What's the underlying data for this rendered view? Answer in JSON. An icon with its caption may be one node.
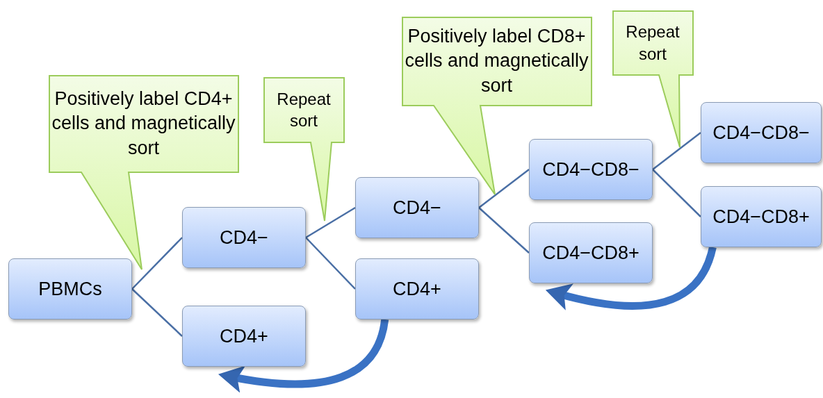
{
  "diagram": {
    "nodes": [
      {
        "text": [
          "PBMCs"
        ]
      },
      {
        "text": [
          "CD4−"
        ]
      },
      {
        "text": [
          "CD4+"
        ]
      },
      {
        "text": [
          "CD4−"
        ]
      },
      {
        "text": [
          "CD4+"
        ]
      },
      {
        "text": [
          "CD4−CD8−"
        ]
      },
      {
        "text": [
          "CD4−CD8+"
        ]
      },
      {
        "text": [
          "CD4−CD8−"
        ]
      },
      {
        "text": [
          "CD4−CD8+"
        ]
      },
      {
        "text": [
          "Positively label CD4+ cells and magnetically sort"
        ]
      },
      {
        "text": [
          "Repeat sort"
        ]
      },
      {
        "text": [
          "Positively label CD8+ cells and magnetically sort"
        ]
      },
      {
        "text": [
          "Repeat sort"
        ]
      }
    ],
    "edges": [
      {
        "from": 0,
        "to": 1,
        "arrow": "none"
      },
      {
        "from": 0,
        "to": 2,
        "arrow": "none"
      },
      {
        "from": 1,
        "to": 3,
        "arrow": "none"
      },
      {
        "from": 1,
        "to": 4,
        "arrow": "none"
      },
      {
        "from": 3,
        "to": 5,
        "arrow": "none"
      },
      {
        "from": 3,
        "to": 6,
        "arrow": "none"
      },
      {
        "from": 5,
        "to": 7,
        "arrow": "none"
      },
      {
        "from": 5,
        "to": 8,
        "arrow": "none"
      },
      {
        "from": 4,
        "to": 2,
        "arrow": "to",
        "style": "thick",
        "color": "#3a72c4"
      },
      {
        "from": 8,
        "to": 6,
        "arrow": "to",
        "style": "thick",
        "color": "#3a72c4"
      }
    ]
  }
}
